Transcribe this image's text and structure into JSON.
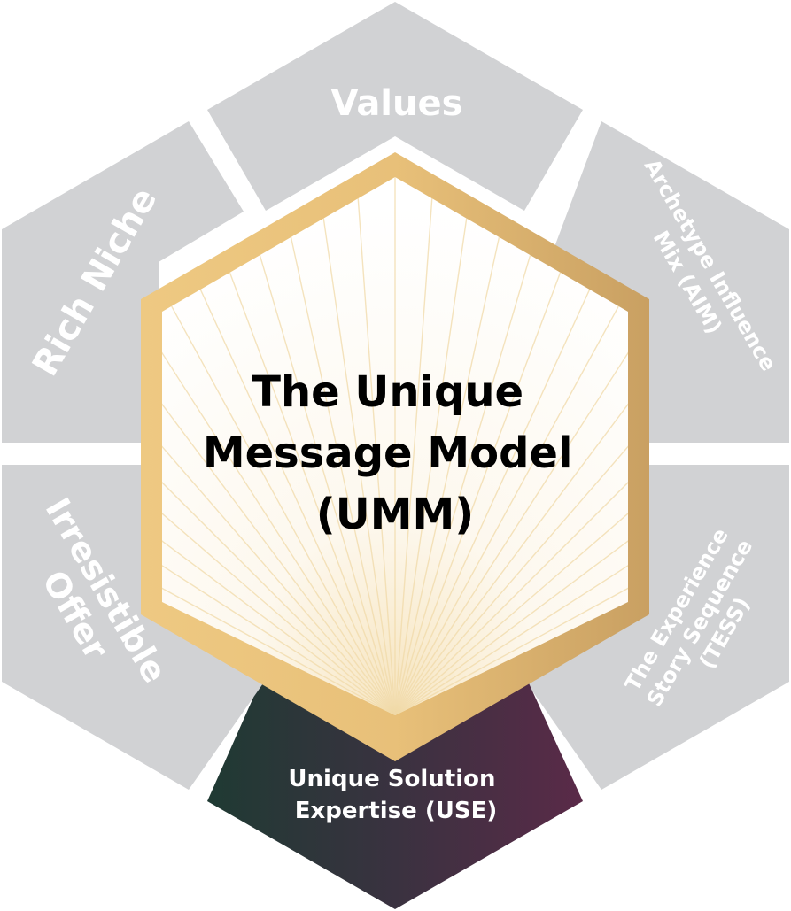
{
  "center": {
    "title_lines": [
      "The Unique",
      "Message Model",
      "(UMM)"
    ]
  },
  "segments": {
    "top": "Values",
    "upper_right_lines": [
      "Archetype Influence",
      "Mix (AIM)"
    ],
    "lower_right_lines": [
      "The Experience",
      "Story Sequence",
      "(TESS)"
    ],
    "bottom_lines": [
      "Unique Solution",
      "Expertise (USE)"
    ],
    "lower_left_lines": [
      "Irresistible",
      "Offer"
    ],
    "upper_left": "Rich Niche"
  },
  "colors": {
    "segment_gray": "#d1d2d4",
    "gold_light": "#eec982",
    "gold_dark": "#c9a062",
    "bottom_dark_green": "#1f3a33",
    "bottom_plum": "#5a2a48",
    "ray_color": "#f0d9a8"
  }
}
